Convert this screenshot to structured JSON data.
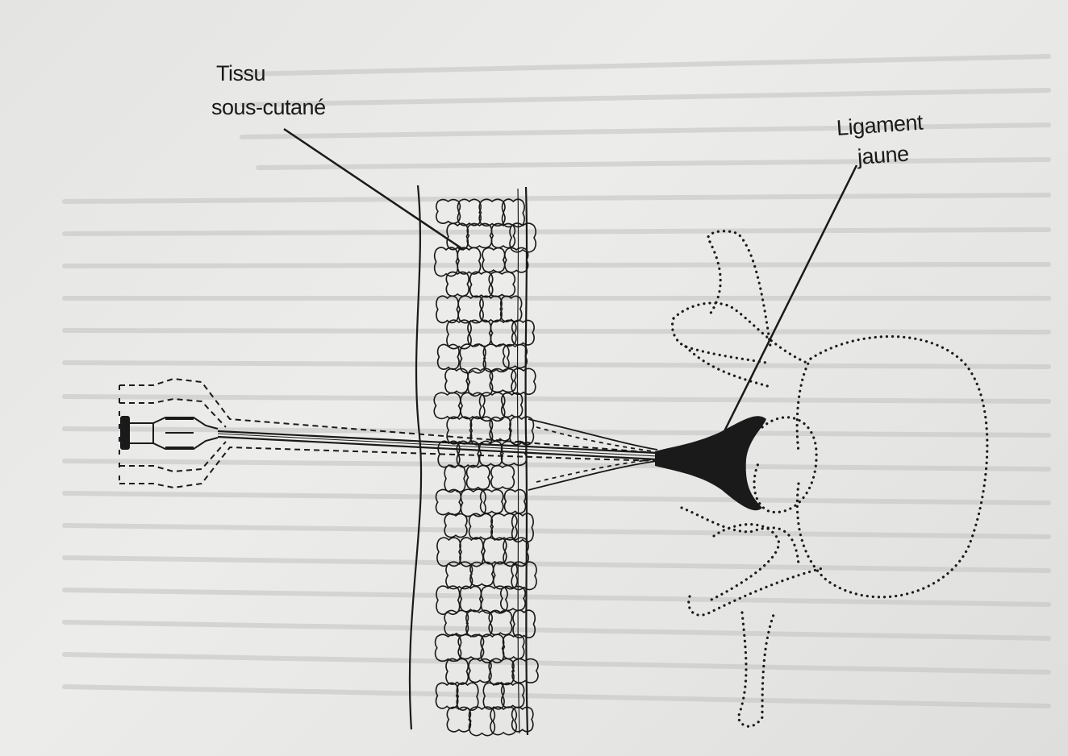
{
  "labels": {
    "tissu_line1": "Tissu",
    "tissu_line2": "sous-cutané",
    "ligament_line1": "Ligament",
    "ligament_line2": "jaune"
  },
  "colors": {
    "ink": "#1a1a1a",
    "paper": "#e8e8e6",
    "bleed_text": "#b9b9b7"
  }
}
